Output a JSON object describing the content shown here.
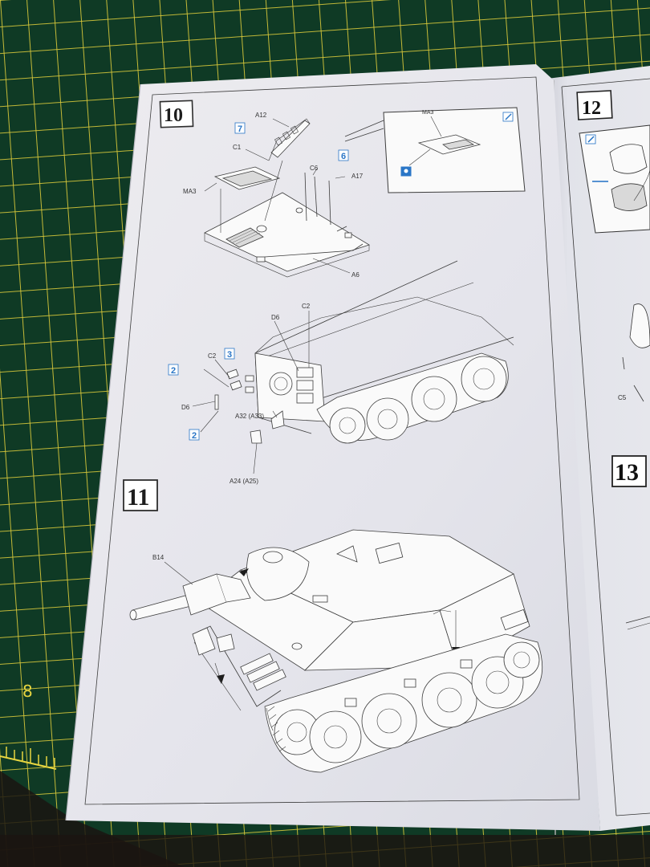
{
  "ruler": {
    "mark": "8"
  },
  "step10": {
    "number": "10",
    "top_parts": {
      "a12": "A12",
      "c1": "C1",
      "ma3": "MA3",
      "c6": "C6",
      "a17": "A17",
      "a6": "A6"
    },
    "top_refs": {
      "ref7": "7",
      "ref6": "6"
    },
    "inset": {
      "ma3": "MA3"
    },
    "mid_parts": {
      "d6_top": "D6",
      "c2_top": "C2",
      "c2_left": "C2",
      "d6_left": "D6",
      "a32": "A32 (A33)",
      "a24": "A24 (A25)"
    },
    "mid_refs": {
      "ref3": "3",
      "ref2a": "2",
      "ref2b": "2"
    }
  },
  "step11": {
    "number": "11",
    "parts": {
      "b14": "B14"
    }
  },
  "next_page": {
    "step12": "12",
    "step13": "13",
    "c5": "C5"
  }
}
